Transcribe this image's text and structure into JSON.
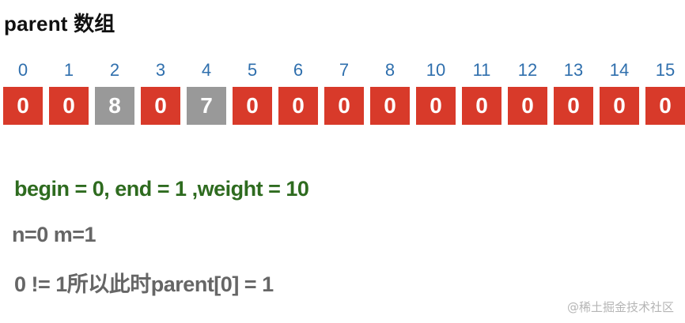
{
  "title": "parent 数组",
  "colors": {
    "red": "#d83a2a",
    "gray": "#999999",
    "index_blue": "#2f6fad",
    "green": "#2e6b1f",
    "dark_gray": "#666666"
  },
  "array": {
    "indices": [
      "0",
      "1",
      "2",
      "3",
      "4",
      "5",
      "6",
      "7",
      "8",
      "10",
      "11",
      "12",
      "13",
      "14",
      "15"
    ],
    "values": [
      "0",
      "0",
      "8",
      "0",
      "7",
      "0",
      "0",
      "0",
      "0",
      "0",
      "0",
      "0",
      "0",
      "0",
      "0"
    ],
    "highlighted": [
      false,
      false,
      true,
      false,
      true,
      false,
      false,
      false,
      false,
      false,
      false,
      false,
      false,
      false,
      false
    ]
  },
  "lines": {
    "line1": "begin = 0, end = 1 ,weight = 10",
    "line2": "n=0 m=1",
    "line3": "0 != 1所以此时parent[0] = 1"
  },
  "watermark": "@稀土掘金技术社区"
}
